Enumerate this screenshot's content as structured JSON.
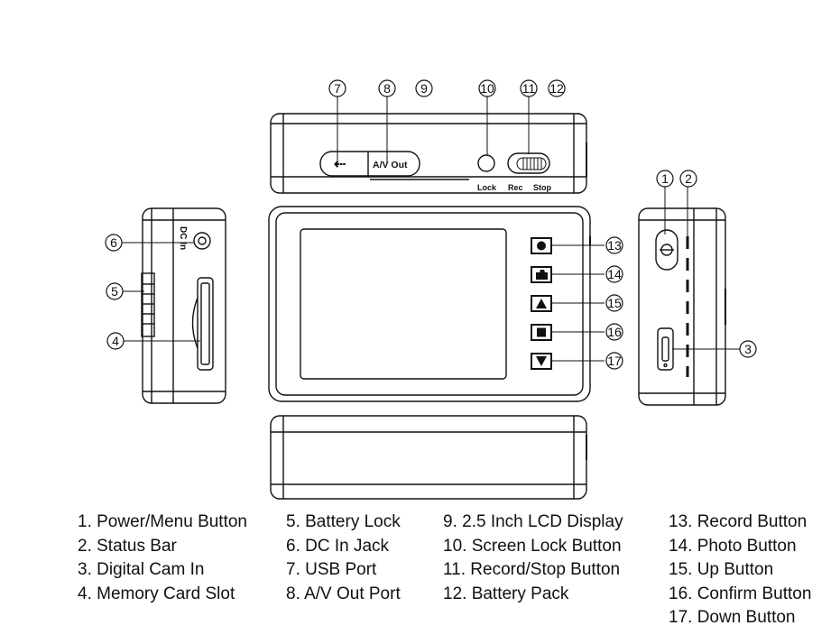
{
  "device_labels": {
    "usb_symbol": "⇠",
    "av_out": "A/V Out",
    "lock": "Lock",
    "rec": "Rec",
    "stop": "Stop",
    "dc_in": "DC In"
  },
  "callouts": [
    "1",
    "2",
    "3",
    "4",
    "5",
    "6",
    "7",
    "8",
    "9",
    "10",
    "11",
    "12",
    "13",
    "14",
    "15",
    "16",
    "17"
  ],
  "legend": {
    "col1": [
      "1. Power/Menu Button",
      "2. Status Bar",
      "3. Digital Cam In",
      "4. Memory Card Slot"
    ],
    "col2": [
      "5. Battery Lock",
      "6. DC In Jack",
      "7. USB Port",
      "8. A/V Out Port"
    ],
    "col3": [
      "9. 2.5 Inch LCD Display",
      "10. Screen Lock Button",
      "11. Record/Stop Button",
      "12. Battery Pack"
    ],
    "col4": [
      "13. Record Button",
      "14. Photo Button",
      "15. Up Button",
      "16. Confirm Button",
      "17. Down Button"
    ]
  }
}
